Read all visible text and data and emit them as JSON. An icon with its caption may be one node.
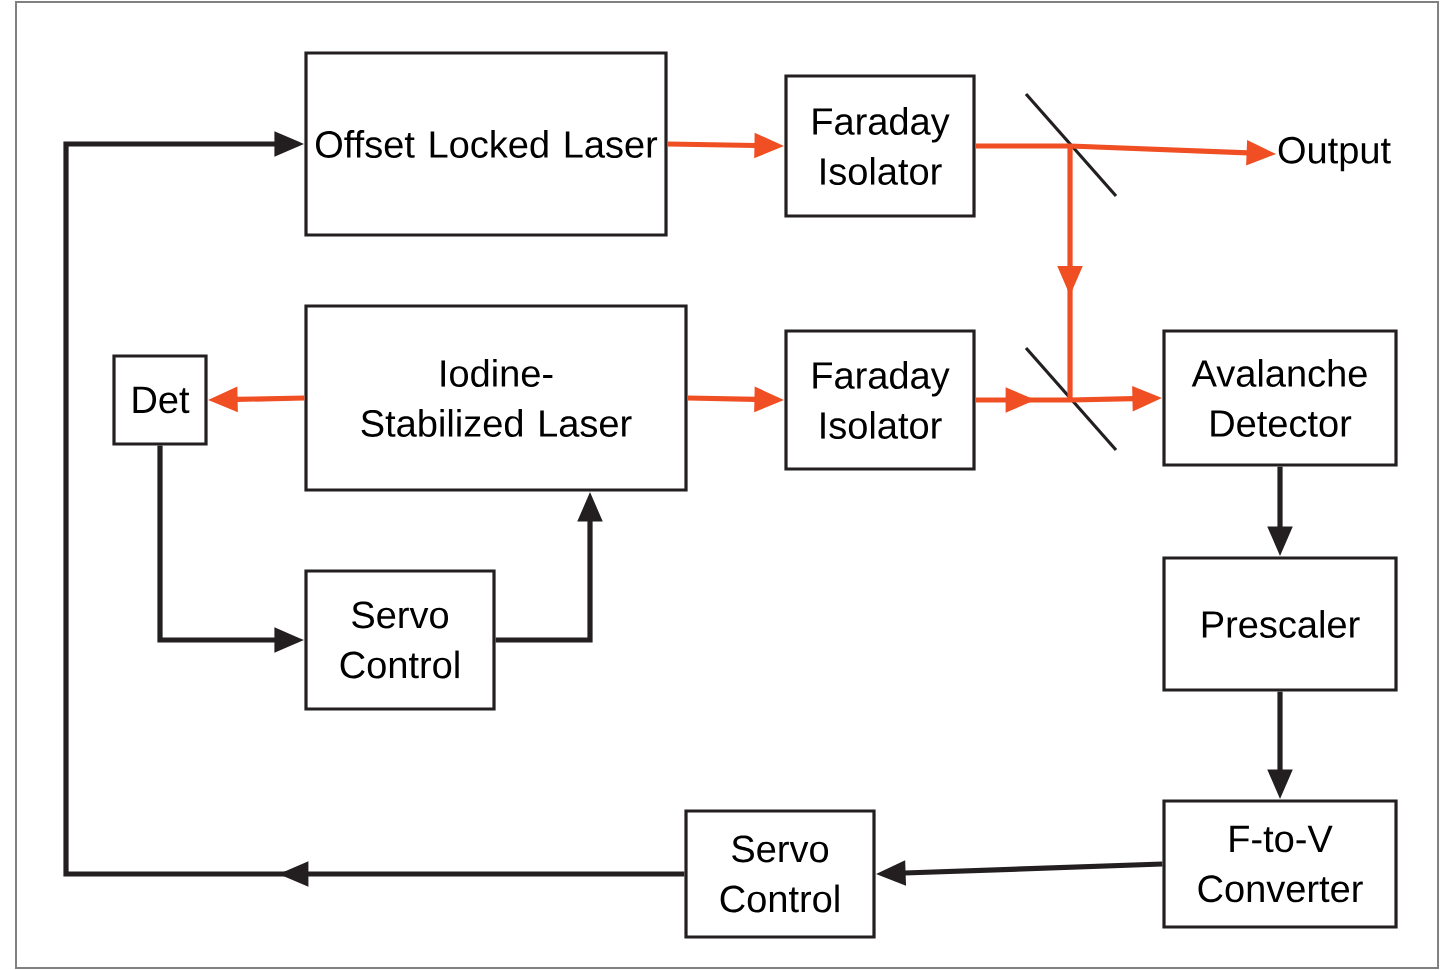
{
  "diagram": {
    "nodes": [
      {
        "text": [
          "Offset Locked Laser"
        ]
      },
      {
        "text": [
          "Faraday Isolator"
        ]
      },
      {
        "text": [
          "Output"
        ]
      },
      {
        "text": [
          "Iodine-Stabilized Laser"
        ]
      },
      {
        "text": [
          "Faraday Isolator"
        ]
      },
      {
        "text": [
          "Det"
        ]
      },
      {
        "text": [
          "Avalanche Detector"
        ]
      },
      {
        "text": [
          "Servo Control"
        ]
      },
      {
        "text": [
          "Prescaler"
        ]
      },
      {
        "text": [
          "F-to-V Converter"
        ]
      },
      {
        "text": [
          "Servo Control"
        ]
      },
      {
        "text": [],
        "shape": "bar"
      },
      {
        "text": [],
        "shape": "bar"
      }
    ],
    "edges": [
      {
        "from": 0,
        "to": 1,
        "arrow": "to"
      },
      {
        "from": 1,
        "to": 11,
        "arrow": "none"
      },
      {
        "from": 11,
        "to": 2,
        "arrow": "to"
      },
      {
        "from": 11,
        "to": 12,
        "arrow": "to"
      },
      {
        "from": 3,
        "to": 4,
        "arrow": "to"
      },
      {
        "from": 4,
        "to": 12,
        "arrow": "to"
      },
      {
        "from": 12,
        "to": 6,
        "arrow": "to"
      },
      {
        "from": 3,
        "to": 5,
        "arrow": "to"
      },
      {
        "from": 5,
        "to": 7,
        "arrow": "to",
        "color": "#231f20"
      },
      {
        "from": 7,
        "to": 3,
        "arrow": "to",
        "color": "#231f20"
      },
      {
        "from": 6,
        "to": 8,
        "arrow": "to",
        "color": "#231f20"
      },
      {
        "from": 8,
        "to": 9,
        "arrow": "to",
        "color": "#231f20"
      },
      {
        "from": 9,
        "to": 10,
        "arrow": "to",
        "color": "#231f20"
      },
      {
        "from": 10,
        "to": 0,
        "arrow": "to",
        "color": "#231f20"
      }
    ]
  }
}
